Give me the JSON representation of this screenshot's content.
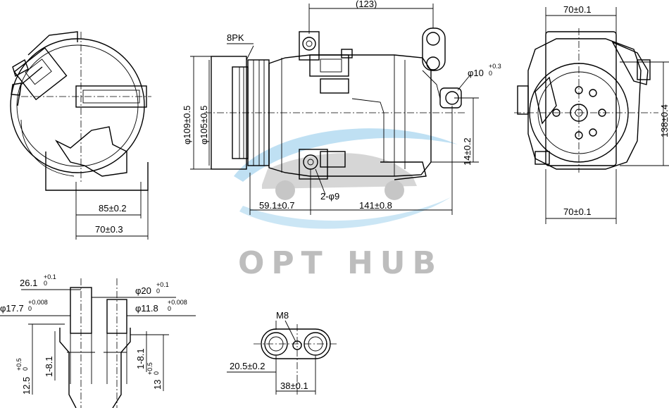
{
  "watermark": {
    "brand": "OPT HUB",
    "swoosh_color": "#8cc8ea",
    "car_color": "#c8c8c8"
  },
  "labels": {
    "belt": "8PK",
    "dist_123": "(123)",
    "d10": "φ10",
    "d10_tol": "+0.3",
    "d10_tol2": "0",
    "d109": "φ109±0.5",
    "d105": "φ105±0.5",
    "h14": "14±0.2",
    "holes": "2-φ9",
    "len59": "59.1±0.7",
    "len141": "141±0.8",
    "w85": "85±0.2",
    "w70_left": "70±0.3",
    "w70_top_right": "70±0.1",
    "w70_bottom_right": "70±0.1",
    "h138": "138±0.4",
    "f26": "26.1",
    "f26_tol": "+0.1",
    "f26_tol2": "0",
    "f17": "φ17.7",
    "f17_tol": "+0.008",
    "f17_tol2": "0",
    "f20": "φ20",
    "f20_tol": "+0.1",
    "f20_tol2": "0",
    "f11": "φ11.8",
    "f11_tol": "+0.008",
    "f11_tol2": "0",
    "f12": "12.5",
    "f12_tol": "+0.5",
    "f12_tol2": "0",
    "f18a": "1-8.1",
    "f18b": "1-8.1",
    "f13": "13",
    "f13_tol": "+0.5",
    "f13_tol2": "0",
    "m8": "M8",
    "f205": "20.5±0.2",
    "f38": "38±0.1"
  }
}
